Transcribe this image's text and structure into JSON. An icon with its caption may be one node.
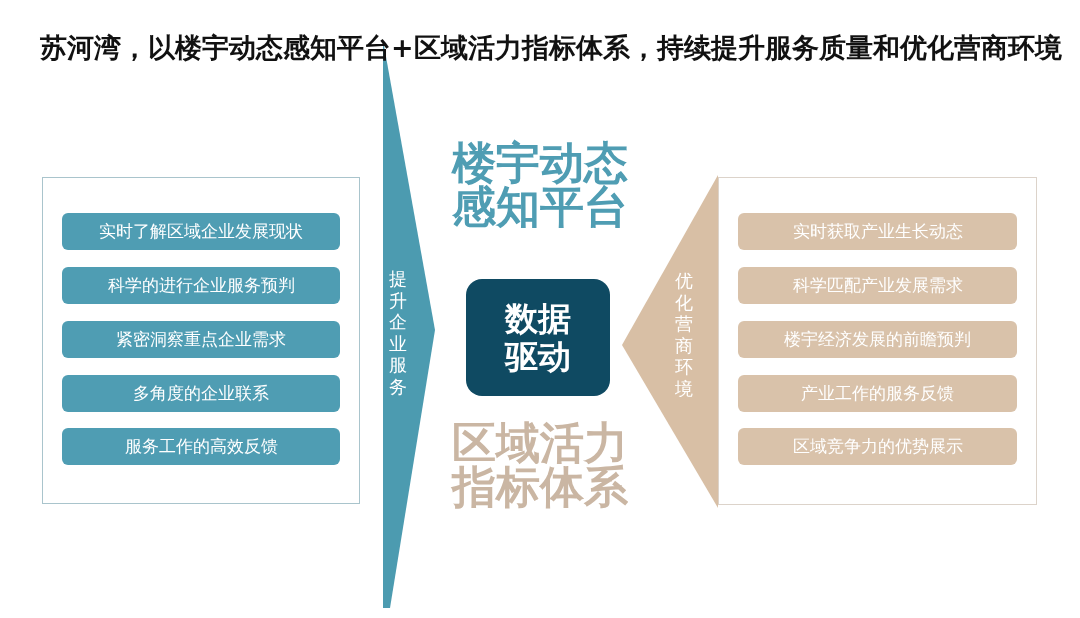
{
  "diagram": {
    "title": "苏河湾，以楼宇动态感知平台+区域活力指标体系，持续提升服务质量和优化营商环境",
    "nodes": [
      {
        "text": [],
        "shape": "box"
      },
      {
        "text": [
          "实时了解区域企业发展现状"
        ],
        "in": 0
      },
      {
        "text": [
          "科学的进行企业服务预判"
        ],
        "in": 0
      },
      {
        "text": [
          "紧密洞察重点企业需求"
        ],
        "in": 0
      },
      {
        "text": [
          "多角度的企业联系"
        ],
        "in": 0
      },
      {
        "text": [
          "服务工作的高效反馈"
        ],
        "in": 0
      },
      {
        "text": [
          "提升企业服务"
        ]
      },
      {
        "text": [
          "数据驱动"
        ]
      },
      {
        "text": [
          "优化营商环境"
        ]
      },
      {
        "text": [],
        "shape": "box"
      },
      {
        "text": [
          "实时获取产业生长动态"
        ],
        "in": 9
      },
      {
        "text": [
          "科学匹配产业发展需求"
        ],
        "in": 9
      },
      {
        "text": [
          "楼宇经济发展的前瞻预判"
        ],
        "in": 9
      },
      {
        "text": [
          "产业工作的服务反馈"
        ],
        "in": 9
      },
      {
        "text": [
          "区域竞争力的优势展示"
        ],
        "in": 9
      }
    ],
    "labels": [
      "楼宇动态感知平台",
      "区域活力指标体系"
    ]
  }
}
